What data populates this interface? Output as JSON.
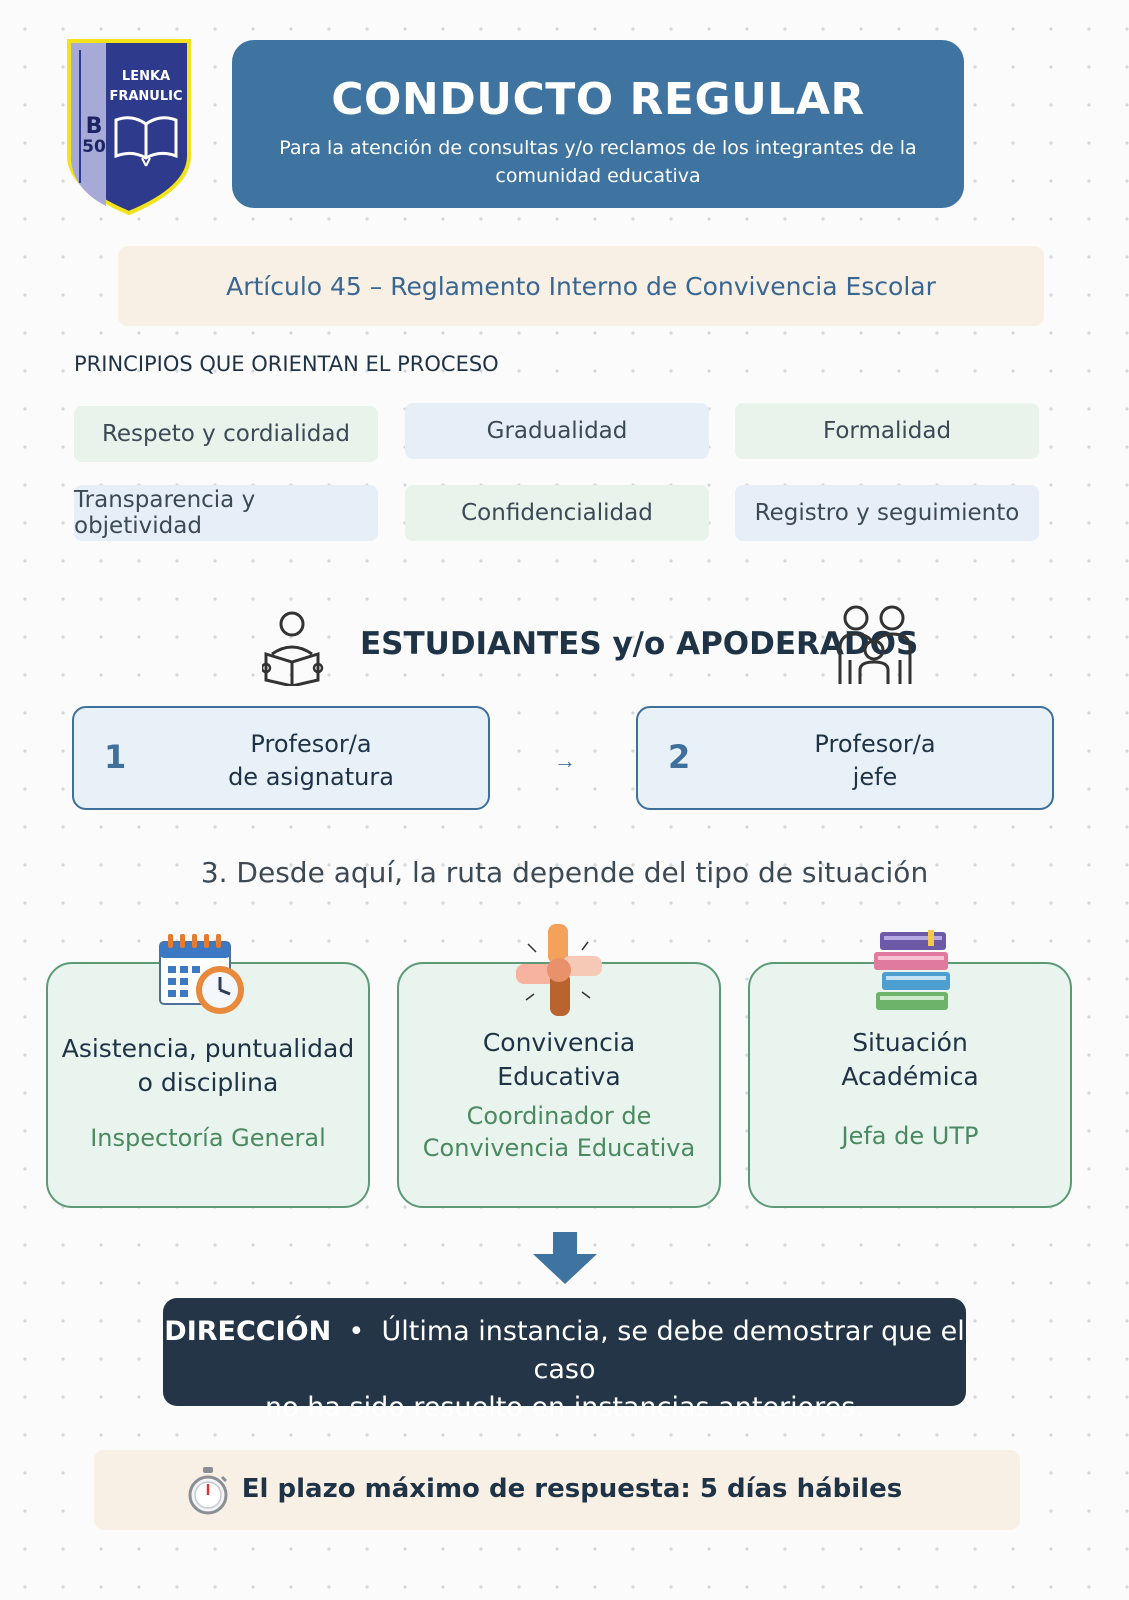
{
  "logo": {
    "line1": "LENKA",
    "line2": "FRANULIC",
    "code_letter": "B",
    "code_number": "50"
  },
  "header": {
    "title": "CONDUCTO REGULAR",
    "subtitle": "Para la atención de consultas y/o reclamos de los integrantes de la comunidad educativa"
  },
  "article": "Artículo 45 – Reglamento Interno de Convivencia Escolar",
  "principles": {
    "title": "PRINCIPIOS QUE ORIENTAN EL PROCESO",
    "items": [
      "Respeto y cordialidad",
      "Gradualidad",
      "Formalidad",
      "Transparencia y objetividad",
      "Confidencialidad",
      "Registro y seguimiento"
    ]
  },
  "students": {
    "title": "ESTUDIANTES y/o APODERADOS",
    "steps": [
      {
        "num": "1",
        "line1": "Profesor/a",
        "line2": "de asignatura"
      },
      {
        "num": "2",
        "line1": "Profesor/a",
        "line2": "jefe"
      }
    ],
    "arrow": "→"
  },
  "route_title": "3. Desde aquí, la ruta depende del tipo de situación",
  "cards": [
    {
      "line1": "Asistencia, puntualidad",
      "line2": "o disciplina",
      "sub1": "Inspectoría General",
      "sub2": "",
      "icon": "calendar-clock-icon"
    },
    {
      "line1": "Convivencia",
      "line2": "Educativa",
      "sub1": "Coordinador de",
      "sub2": "Convivencia Educativa",
      "icon": "hands-together-icon"
    },
    {
      "line1": "Situación",
      "line2": "Académica",
      "sub1": "Jefa de UTP",
      "sub2": "",
      "icon": "books-stack-icon"
    }
  ],
  "direction": {
    "label": "DIRECCIÓN",
    "separator": "•",
    "text1": "Última instancia, se debe demostrar que el caso",
    "text2": "no ha sido resuelto en instancias anteriores."
  },
  "deadline": {
    "text": "El plazo máximo de respuesta: 5 días hábiles",
    "icon": "stopwatch-icon"
  },
  "colors": {
    "primary": "#3f74a1",
    "dark": "#233546",
    "cream": "#f8efe5",
    "green": "#4b8a60",
    "card_bg": "#e9f4ee"
  }
}
